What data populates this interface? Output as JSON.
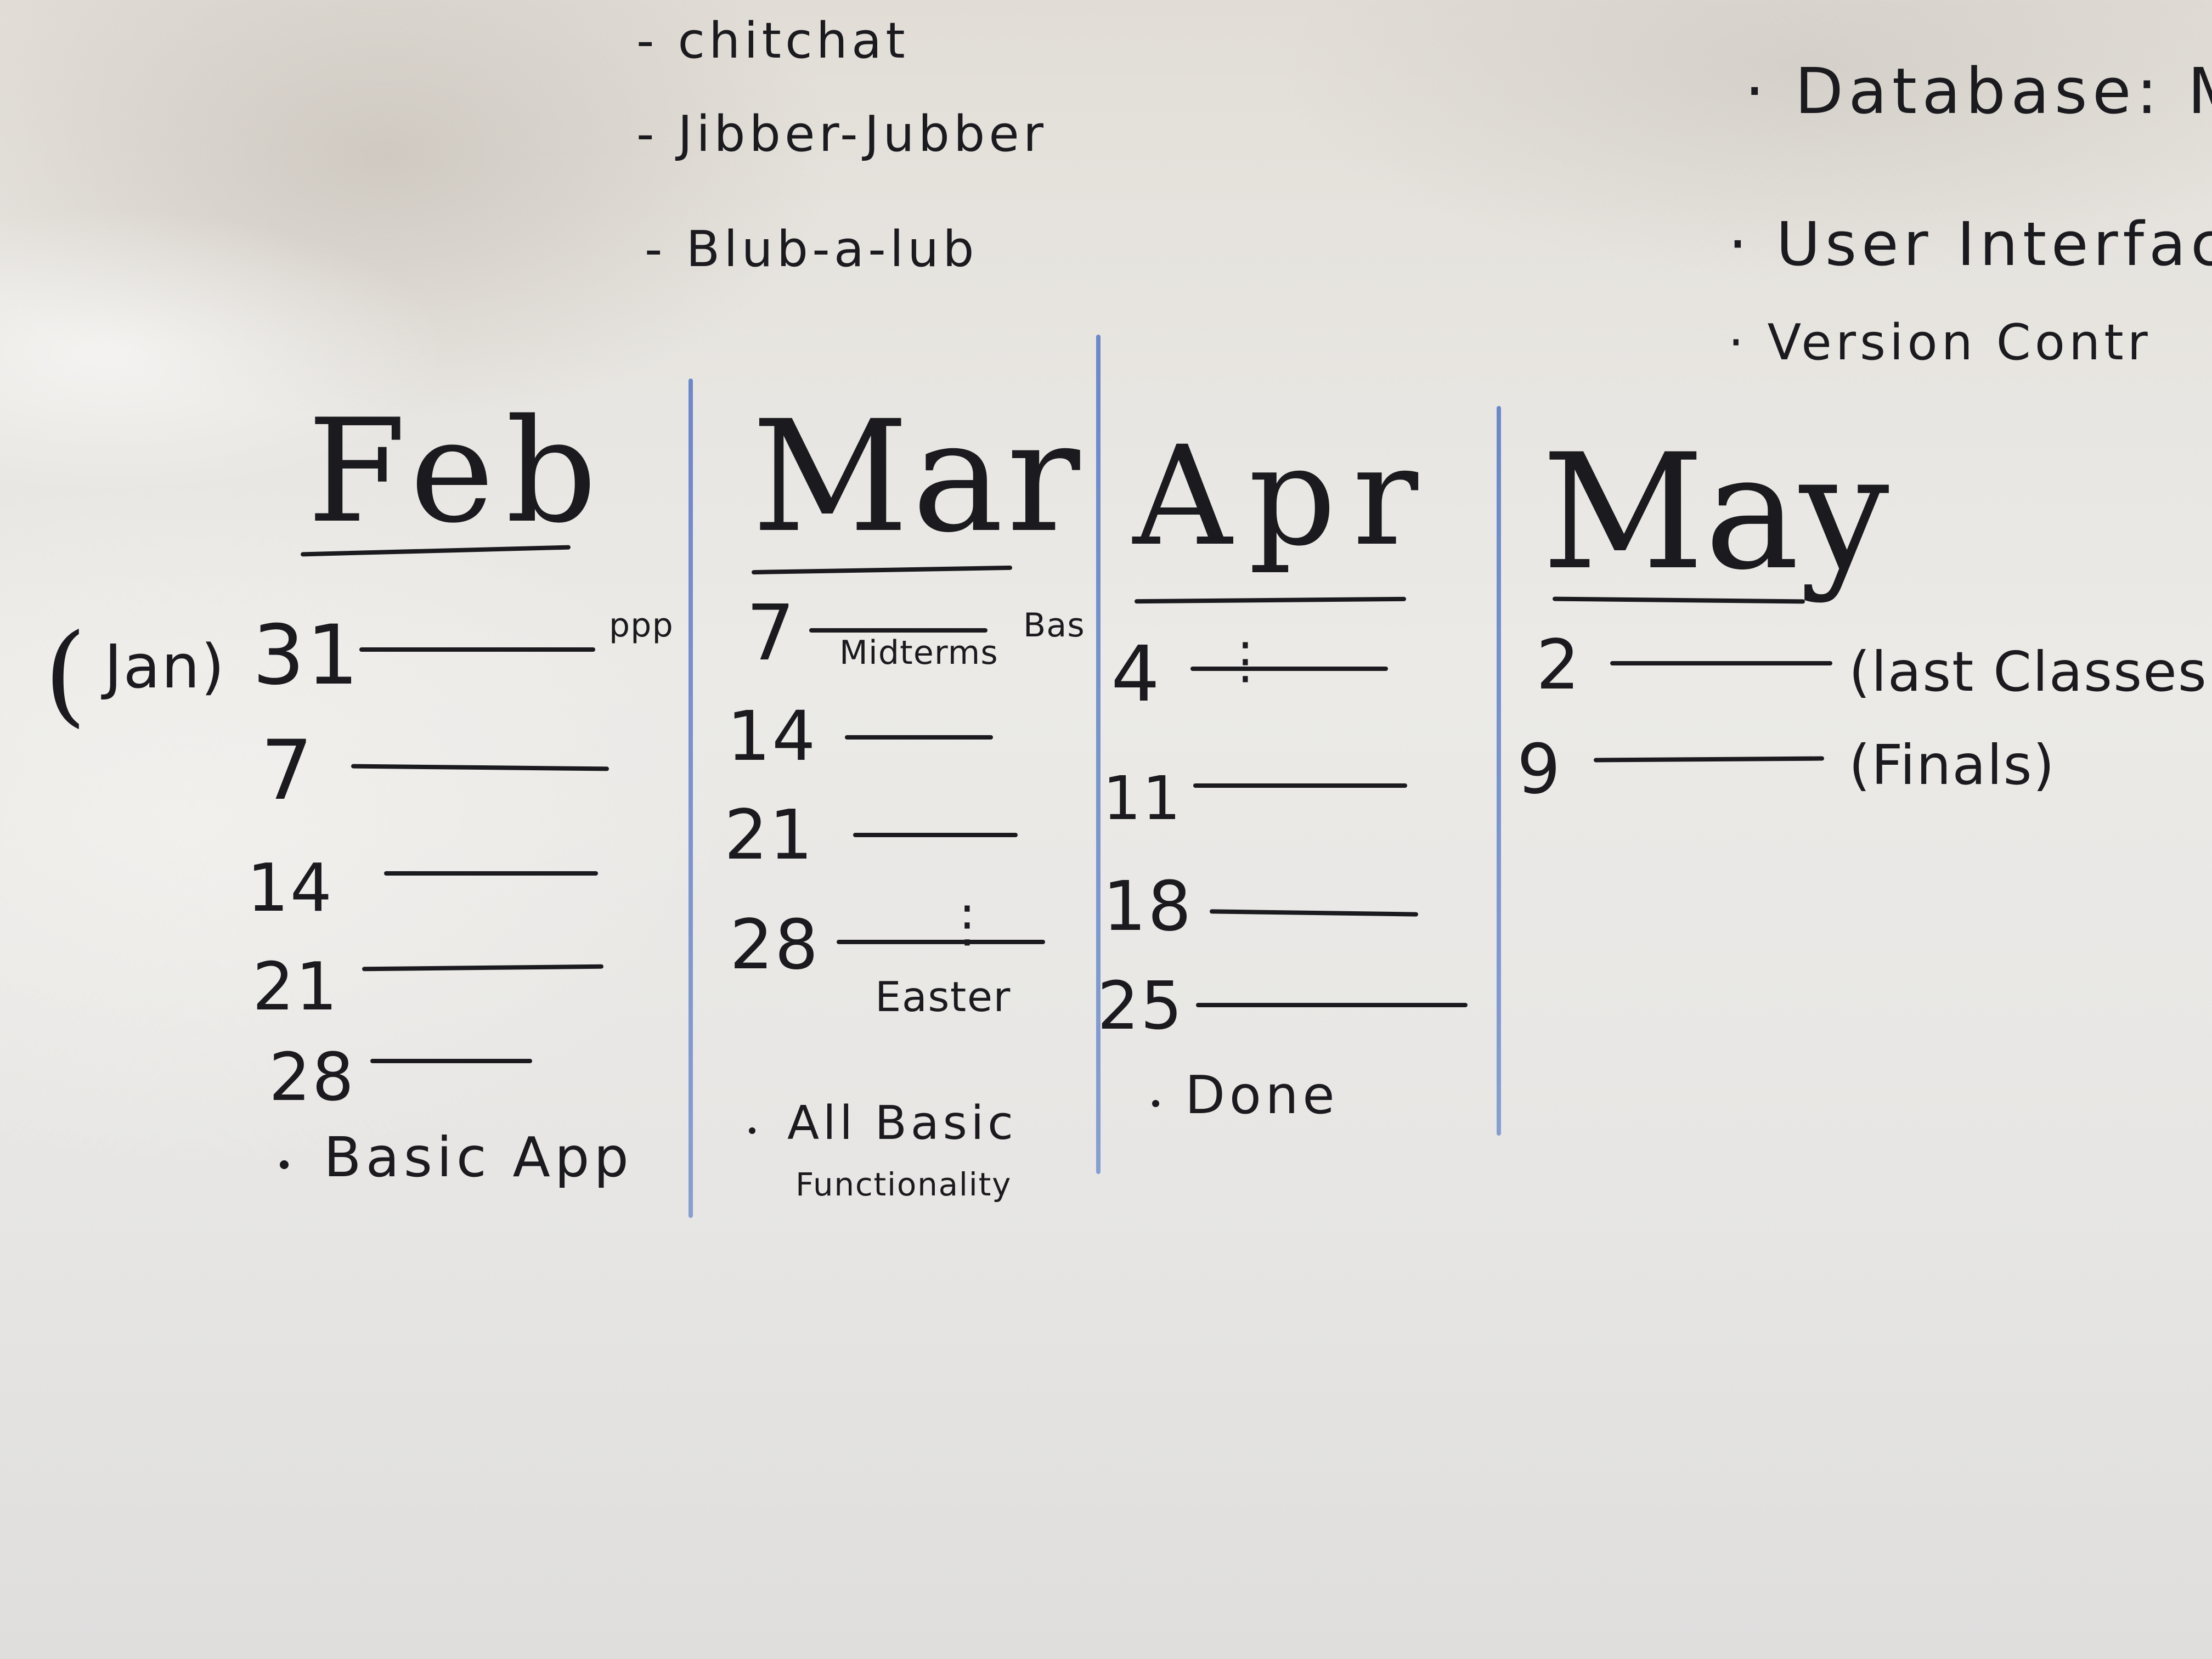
{
  "whiteboard": {
    "topics": [
      "- chitchat",
      "- Jibber-Jubber",
      "- Blub-a-lub"
    ],
    "tech_notes": [
      "· Database: My",
      "· User Interface:",
      "· Version Contr"
    ],
    "months": {
      "feb": {
        "title": "Feb",
        "jan_label": "Jan)",
        "dates": [
          "31",
          "7",
          "14",
          "21",
          "28"
        ],
        "side_note": "ppp",
        "milestone": "Basic App"
      },
      "mar": {
        "title": "Mar",
        "dates": [
          "7",
          "14",
          "21",
          "28"
        ],
        "side_note": "Bas",
        "midterms": "Midterms",
        "easter": "Easter",
        "milestone_line1": "All Basic",
        "milestone_line2": "Functionality"
      },
      "apr": {
        "title": "Apr",
        "dates": [
          "4",
          "11",
          "18",
          "25"
        ],
        "milestone": "Done"
      },
      "may": {
        "title": "May",
        "dates": [
          "2",
          "9"
        ],
        "notes": [
          "(last Classes)",
          "(Finals)"
        ]
      }
    },
    "colors": {
      "ink": "#1b1b1f",
      "divider_blue": "#5f7dc8",
      "board": "#e8e7e4"
    }
  }
}
